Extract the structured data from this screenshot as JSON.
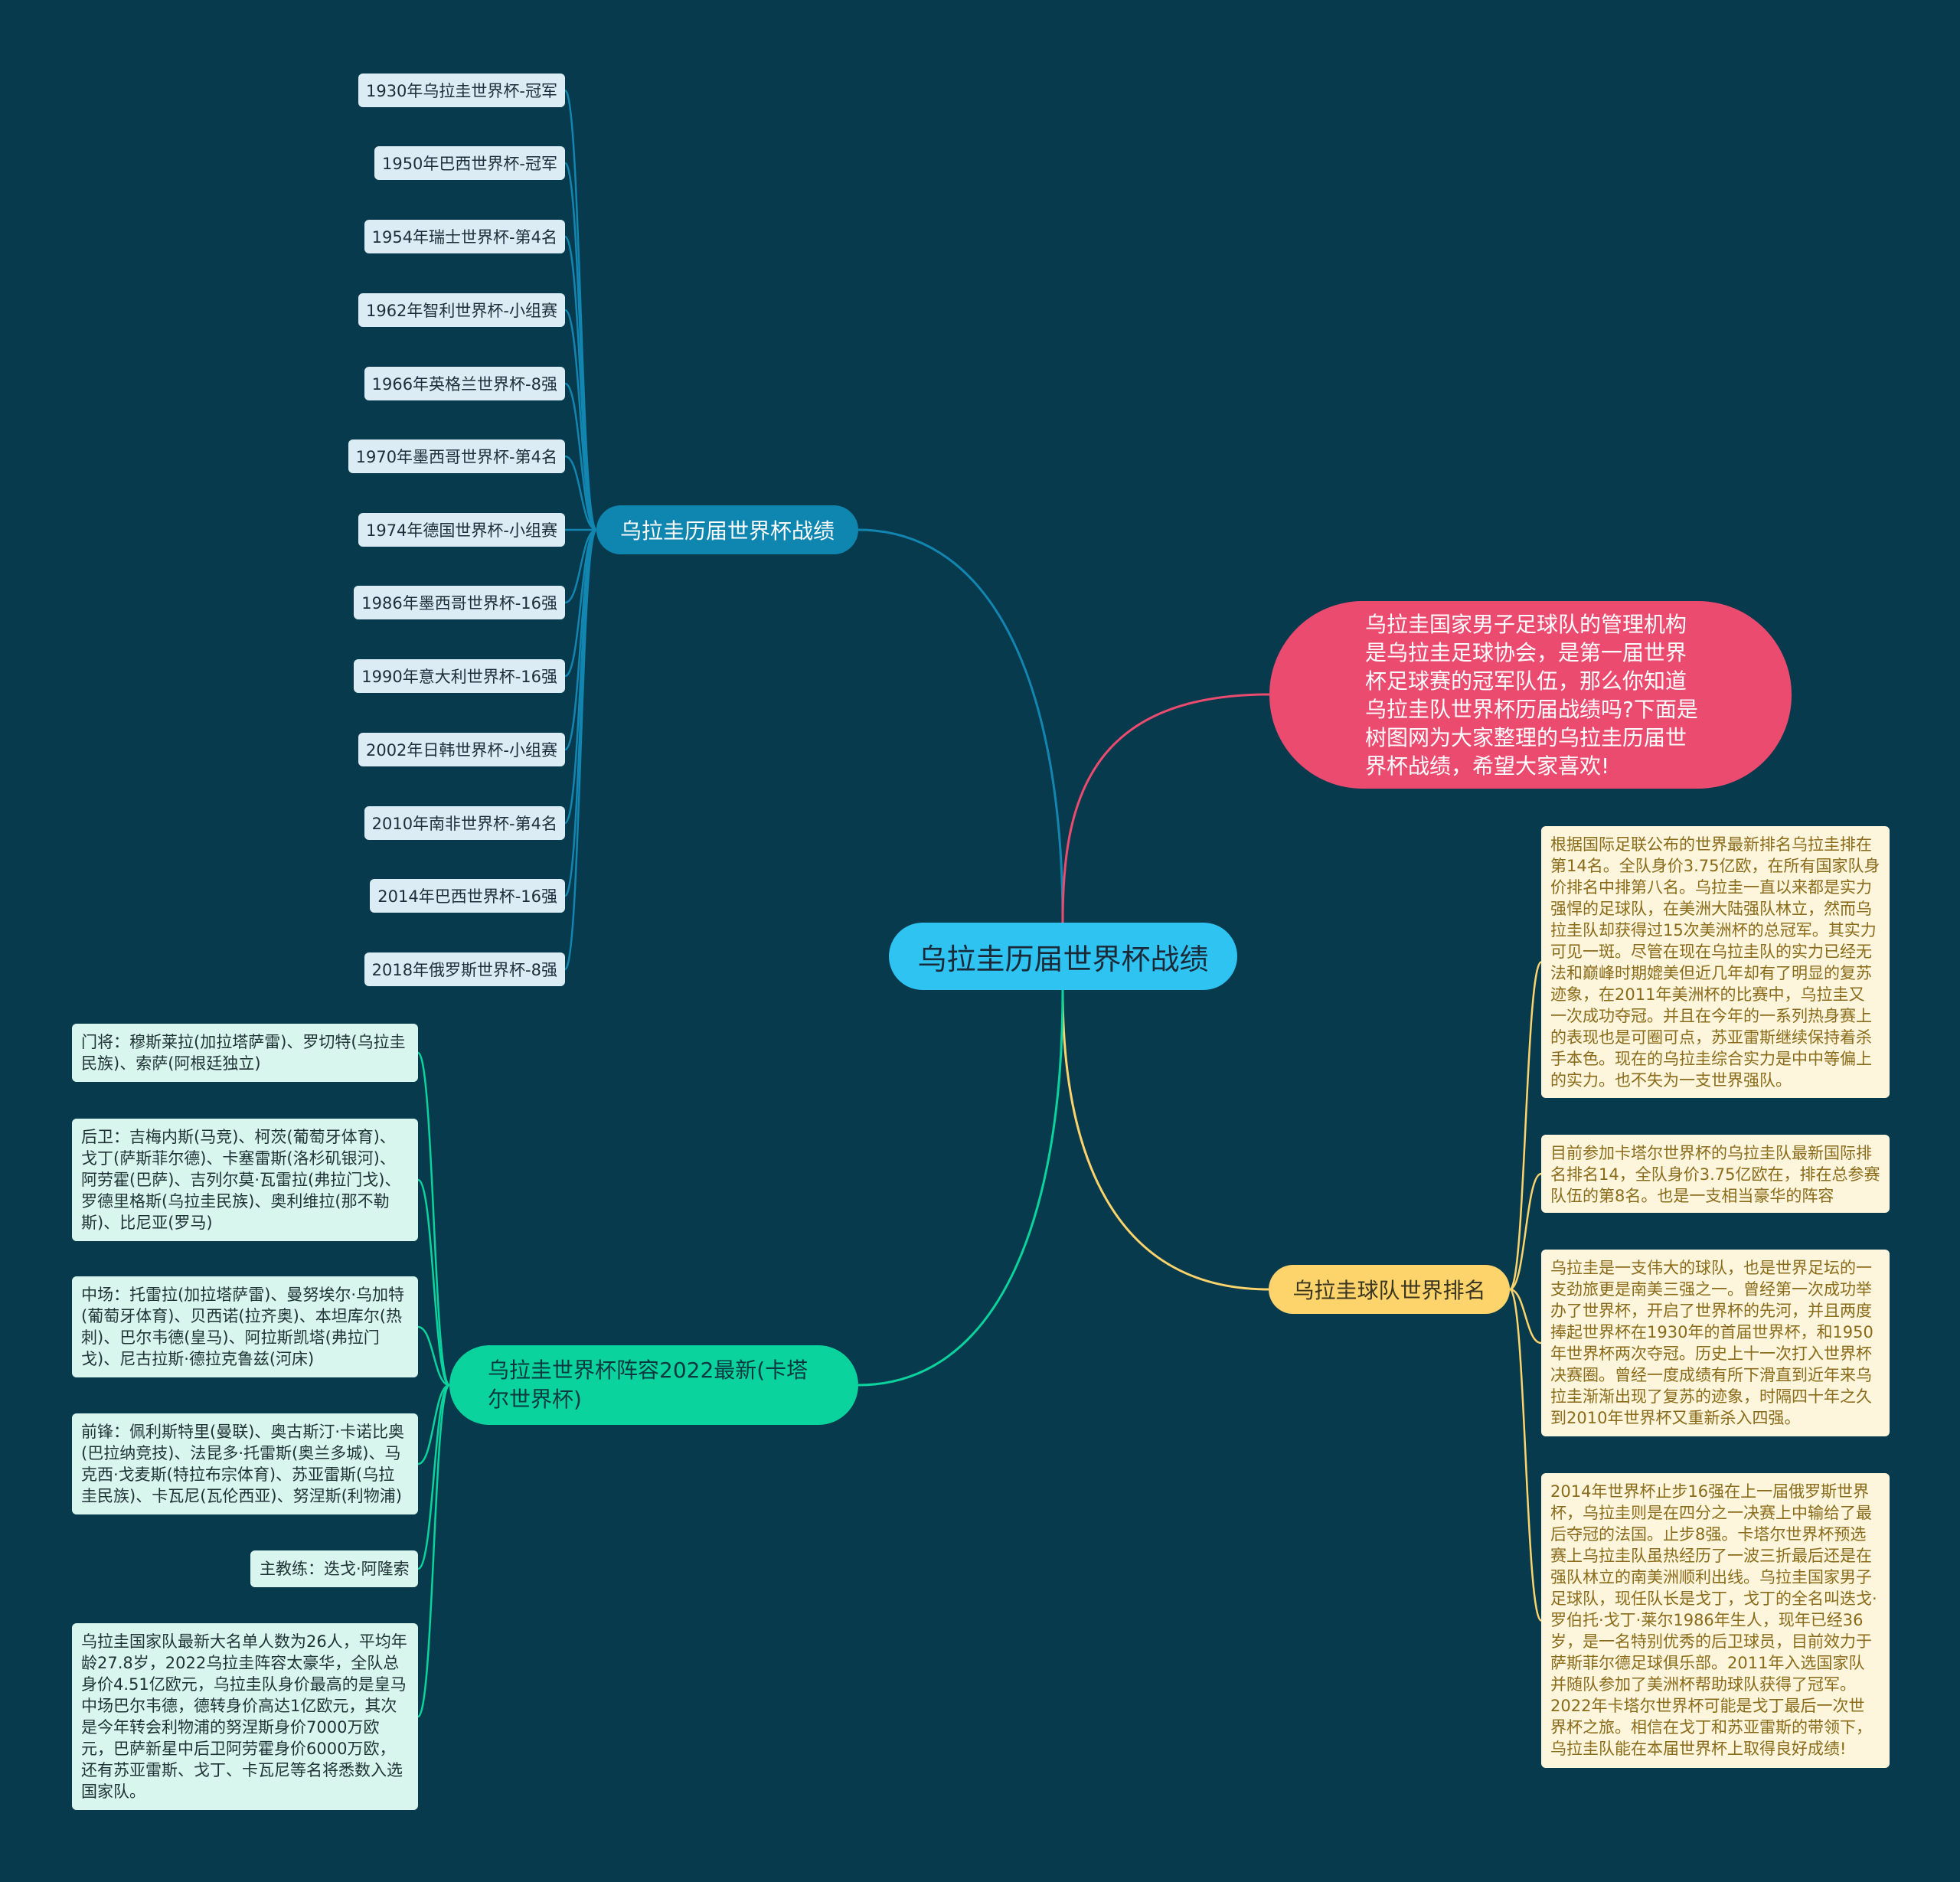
{
  "center": {
    "label": "乌拉圭历届世界杯战绩"
  },
  "branch_history": {
    "label": "乌拉圭历届世界杯战绩",
    "items": [
      "1930年乌拉圭世界杯-冠军",
      "1950年巴西世界杯-冠军",
      "1954年瑞士世界杯-第4名",
      "1962年智利世界杯-小组赛",
      "1966年英格兰世界杯-8强",
      "1970年墨西哥世界杯-第4名",
      "1974年德国世界杯-小组赛",
      "1986年墨西哥世界杯-16强",
      "1990年意大利世界杯-16强",
      "2002年日韩世界杯-小组赛",
      "2010年南非世界杯-第4名",
      "2014年巴西世界杯-16强",
      "2018年俄罗斯世界杯-8强"
    ]
  },
  "branch_squad": {
    "label": "乌拉圭世界杯阵容2022最新(卡塔尔世界杯)",
    "items": [
      "门将：穆斯莱拉(加拉塔萨雷)、罗切特(乌拉圭民族)、索萨(阿根廷独立)",
      "后卫：吉梅内斯(马竞)、柯茨(葡萄牙体育)、戈丁(萨斯菲尔德)、卡塞雷斯(洛杉矶银河)、阿劳霍(巴萨)、吉列尔莫·瓦雷拉(弗拉门戈)、罗德里格斯(乌拉圭民族)、奥利维拉(那不勒斯)、比尼亚(罗马)",
      "中场：托雷拉(加拉塔萨雷)、曼努埃尔·乌加特(葡萄牙体育)、贝西诺(拉齐奥)、本坦库尔(热刺)、巴尔韦德(皇马)、阿拉斯凯塔(弗拉门戈)、尼古拉斯·德拉克鲁兹(河床)",
      "前锋：佩利斯特里(曼联)、奥古斯汀·卡诺比奥(巴拉纳竞技)、法昆多·托雷斯(奥兰多城)、马克西·戈麦斯(特拉布宗体育)、苏亚雷斯(乌拉圭民族)、卡瓦尼(瓦伦西亚)、努涅斯(利物浦)",
      "主教练：迭戈·阿隆索",
      "乌拉圭国家队最新大名单人数为26人，平均年龄27.8岁，2022乌拉圭阵容太豪华，全队总身价4.51亿欧元，乌拉圭队身价最高的是皇马中场巴尔韦德，德转身价高达1亿欧元，其次是今年转会利物浦的努涅斯身价7000万欧元，巴萨新星中后卫阿劳霍身价6000万欧，还有苏亚雷斯、戈丁、卡瓦尼等名将悉数入选国家队。"
    ]
  },
  "branch_intro": {
    "label": "乌拉圭国家男子足球队的管理机构是乌拉圭足球协会，是第一届世界杯足球赛的冠军队伍，那么你知道乌拉圭队世界杯历届战绩吗?下面是树图网为大家整理的乌拉圭历届世界杯战绩，希望大家喜欢!"
  },
  "branch_ranking": {
    "label": "乌拉圭球队世界排名",
    "items": [
      "根据国际足联公布的世界最新排名乌拉圭排在第14名。全队身价3.75亿欧，在所有国家队身价排名中排第八名。乌拉圭一直以来都是实力强悍的足球队，在美洲大陆强队林立，然而乌拉圭队却获得过15次美洲杯的总冠军。其实力可见一斑。尽管在现在乌拉圭队的实力已经无法和巅峰时期媲美但近几年却有了明显的复苏迹象，在2011年美洲杯的比赛中，乌拉圭又一次成功夺冠。并且在今年的一系列热身赛上的表现也是可圈可点，苏亚雷斯继续保持着杀手本色。现在的乌拉圭综合实力是中中等偏上的实力。也不失为一支世界强队。",
      "目前参加卡塔尔世界杯的乌拉圭队最新国际排名排名14，全队身价3.75亿欧在，排在总参赛队伍的第8名。也是一支相当豪华的阵容",
      "乌拉圭是一支伟大的球队，也是世界足坛的一支劲旅更是南美三强之一。曾经第一次成功举办了世界杯，开启了世界杯的先河，并且两度捧起世界杯在1930年的首届世界杯，和1950年世界杯两次夺冠。历史上十一次打入世界杯决赛圈。曾经一度成绩有所下滑直到近年来乌拉圭渐渐出现了复苏的迹象，时隔四十年之久到2010年世界杯又重新杀入四强。",
      "2014年世界杯止步16强在上一届俄罗斯世界杯，乌拉圭则是在四分之一决赛上中输给了最后夺冠的法国。止步8强。卡塔尔世界杯预选赛上乌拉圭队虽热经历了一波三折最后还是在强队林立的南美洲顺利出线。乌拉圭国家男子足球队，现任队长是戈丁，戈丁的全名叫迭戈·罗伯托·戈丁·莱尔1986年生人，现年已经36岁，是一名特别优秀的后卫球员，目前效力于萨斯菲尔德足球俱乐部。2011年入选国家队并随队参加了美洲杯帮助球队获得了冠军。2022年卡塔尔世界杯可能是戈丁最后一次世界杯之旅。相信在戈丁和苏亚雷斯的带领下，乌拉圭队能在本届世界杯上取得良好成绩!"
    ]
  },
  "colors": {
    "background": "#073a4d",
    "center": "#2fc3f2",
    "history": "#0f86b0",
    "squad": "#0ad39d",
    "intro": "#ec4b70",
    "ranking": "#fcd46b"
  }
}
